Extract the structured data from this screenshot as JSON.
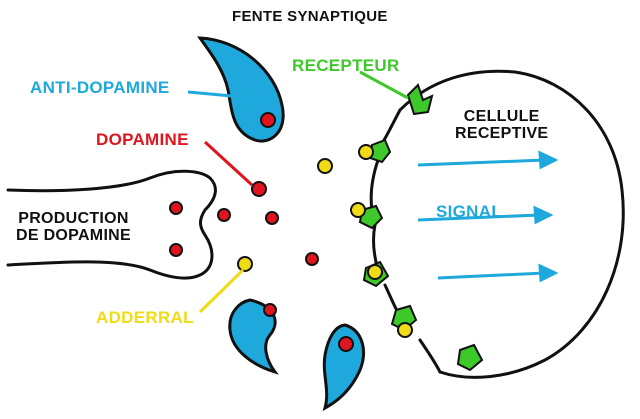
{
  "labels": {
    "title": "FENTE SYNAPTIQUE",
    "anti_dopamine": "ANTI-DOPAMINE",
    "dopamine": "DOPAMINE",
    "recepteur": "RECEPTEUR",
    "cellule_receptive_line1": "CELLULE",
    "cellule_receptive_line2": "RECEPTIVE",
    "signal": "SIGNAL",
    "production_line1": "PRODUCTION",
    "production_line2": "DE DOPAMINE",
    "adderral": "ADDERRAL"
  },
  "colors": {
    "dopamine": "#e0141e",
    "adderral": "#f0dc14",
    "anti_dopamine": "#1ea8dc",
    "recepteur": "#3ec92a",
    "signal": "#1ea8dc",
    "outline": "#111111"
  }
}
